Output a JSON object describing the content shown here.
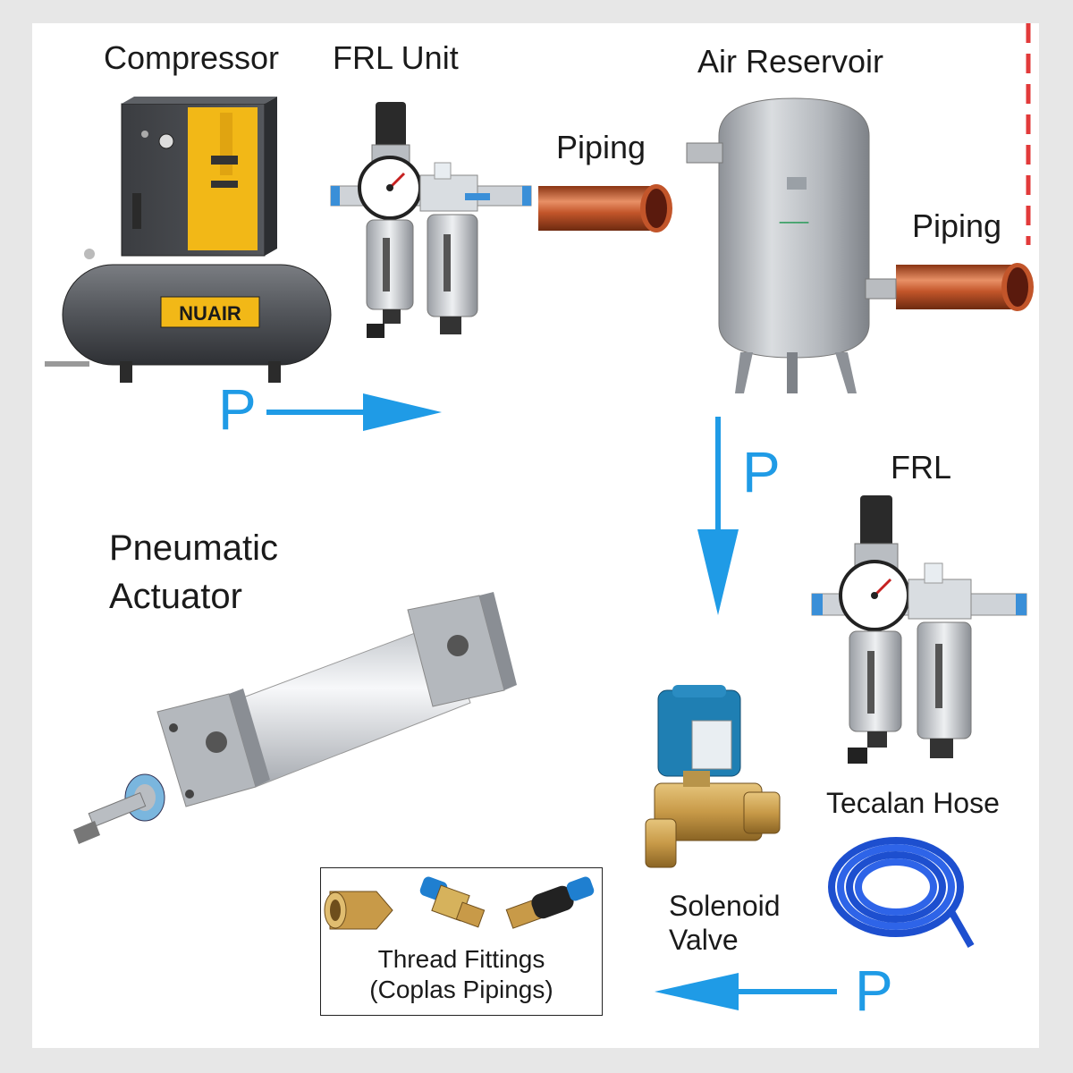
{
  "labels": {
    "compressor": "Compressor",
    "frl_unit": "FRL Unit",
    "air_reservoir": "Air Reservoir",
    "piping_1": "Piping",
    "piping_2": "Piping",
    "frl": "FRL",
    "pneumatic_actuator": "Pneumatic Actuator",
    "tecalan_hose": "Tecalan Hose",
    "solenoid_valve": "Solenoid Valve",
    "thread_fittings": "Thread Fittings",
    "coplas_pipings": "(Coplas Pipings)"
  },
  "brand": {
    "compressor_badge": "NUAIR"
  },
  "flow": {
    "p1": "P",
    "p2": "P",
    "p3": "P"
  },
  "colors": {
    "arrow": "#1f9be6",
    "dashed_border": "#e23a3a",
    "copper": "#c2552a"
  }
}
